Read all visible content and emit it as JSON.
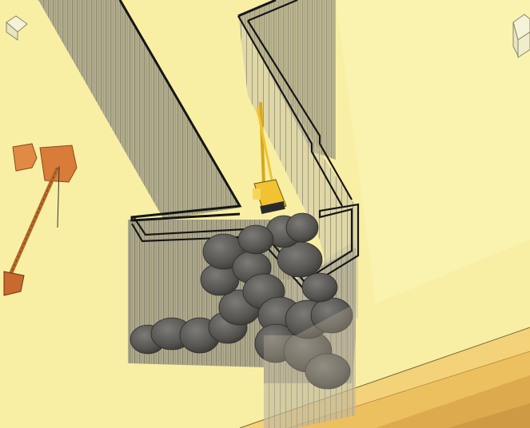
{
  "scene": {
    "colors": {
      "ground": "#f8efa4",
      "ground_light": "#fbf3b8",
      "trench_edge": "#161616",
      "wall_shadow": "#8f8c78",
      "wall_translucent": "#b9b39a",
      "soil_top": "#f0c65e",
      "soil_dark": "#d9a649",
      "rock": "#5c5a56",
      "rock_dark": "#3f3d3a",
      "excavator_yellow": "#f2c230",
      "crane_orange": "#d97c3a"
    },
    "objects": [
      {
        "name": "excavator",
        "icon": "excavator-icon"
      },
      {
        "name": "crawler-crane",
        "icon": "crane-icon"
      },
      {
        "name": "building-left",
        "icon": "building-icon"
      },
      {
        "name": "building-right",
        "icon": "building-icon"
      }
    ]
  }
}
